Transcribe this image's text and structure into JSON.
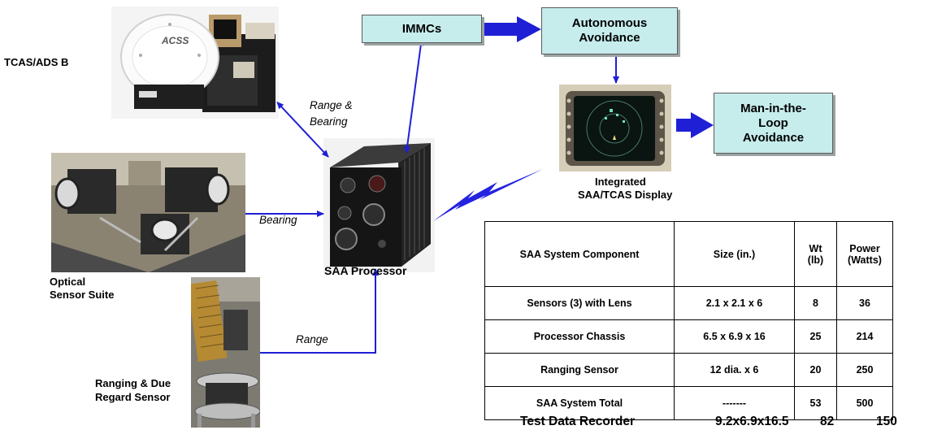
{
  "labels": {
    "tcas": "TCAS/ADS B",
    "range_bearing_1": "Range &",
    "range_bearing_2": "Bearing",
    "bearing": "Bearing",
    "range": "Range",
    "saa_processor": "SAA Processor",
    "optical_1": "Optical",
    "optical_2": "Sensor Suite",
    "ranging_1": "Ranging & Due",
    "ranging_2": "Regard Sensor",
    "display_1": "Integrated",
    "display_2": "SAA/TCAS Display",
    "acss": "ACSS"
  },
  "boxes": {
    "immcs": "IMMCs",
    "autonomous_1": "Autonomous",
    "autonomous_2": "Avoidance",
    "mitl_1": "Man-in-the-",
    "mitl_2": "Loop",
    "mitl_3": "Avoidance"
  },
  "table": {
    "headers": {
      "component": "SAA System Component",
      "size": "Size (in.)",
      "wt_1": "Wt",
      "wt_2": "(lb)",
      "power_1": "Power",
      "power_2": "(Watts)"
    },
    "rows": [
      {
        "component": "Sensors (3) with Lens",
        "size": "2.1 x 2.1 x 6",
        "wt": "8",
        "power": "36"
      },
      {
        "component": "Processor Chassis",
        "size": "6.5 x 6.9 x 16",
        "wt": "25",
        "power": "214"
      },
      {
        "component": "Ranging Sensor",
        "size": "12 dia. x 6",
        "wt": "20",
        "power": "250"
      },
      {
        "component": "SAA System Total",
        "size": "-------",
        "wt": "53",
        "power": "500"
      }
    ]
  },
  "footer": {
    "component": "Test Data Recorder",
    "size": "9.2x6.9x16.5",
    "wt": "82",
    "power": "150"
  },
  "colors": {
    "arrow_blue": "#1f1fd6",
    "box_fill": "#c6ecec"
  }
}
